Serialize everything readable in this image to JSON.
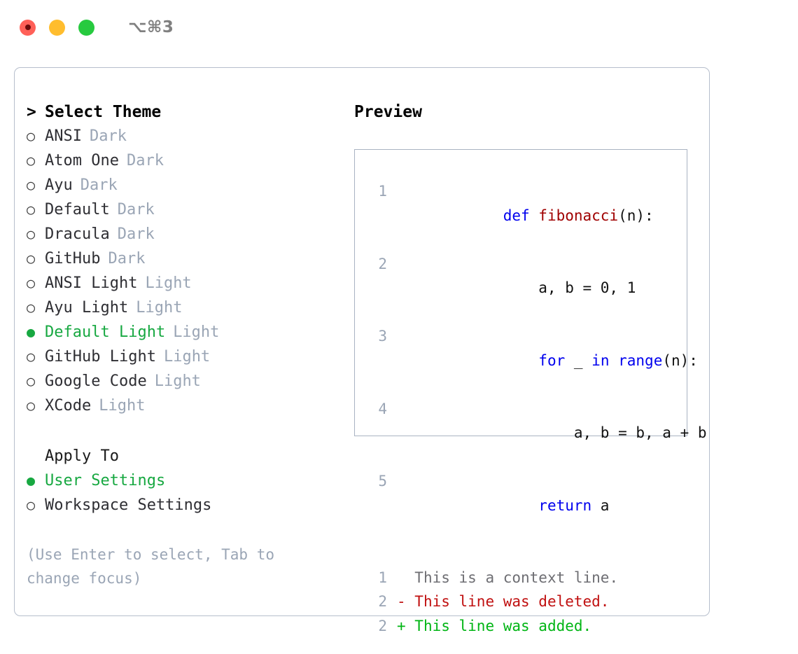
{
  "titlebar": {
    "shortcut": "⌥⌘3",
    "lights": [
      {
        "name": "close",
        "color": "#FF6058"
      },
      {
        "name": "minimize",
        "color": "#FFBD2E"
      },
      {
        "name": "maximize",
        "color": "#27CA3F"
      }
    ]
  },
  "theme_panel": {
    "heading": "Select Theme",
    "prompt_marker": ">",
    "selected_bullet": "●",
    "unselected_bullet": "○",
    "accent_color": "#17A841",
    "tag_color": "#9AA5B5",
    "items": [
      {
        "label": "ANSI",
        "tag": "Dark",
        "selected": false
      },
      {
        "label": "Atom One",
        "tag": "Dark",
        "selected": false
      },
      {
        "label": "Ayu",
        "tag": "Dark",
        "selected": false
      },
      {
        "label": "Default",
        "tag": "Dark",
        "selected": false
      },
      {
        "label": "Dracula",
        "tag": "Dark",
        "selected": false
      },
      {
        "label": "GitHub",
        "tag": "Dark",
        "selected": false
      },
      {
        "label": "ANSI Light",
        "tag": "Light",
        "selected": false
      },
      {
        "label": "Ayu Light",
        "tag": "Light",
        "selected": false
      },
      {
        "label": "Default Light",
        "tag": "Light",
        "selected": true
      },
      {
        "label": "GitHub Light",
        "tag": "Light",
        "selected": false
      },
      {
        "label": "Google Code",
        "tag": "Light",
        "selected": false
      },
      {
        "label": "XCode",
        "tag": "Light",
        "selected": false
      }
    ]
  },
  "apply_to": {
    "heading": "Apply To",
    "options": [
      {
        "label": "User Settings",
        "selected": true
      },
      {
        "label": "Workspace Settings",
        "selected": false
      }
    ]
  },
  "hint": "(Use Enter to select, Tab to change focus)",
  "preview": {
    "title": "Preview",
    "code_lines": [
      {
        "number": "1",
        "tokens": [
          {
            "text": "def ",
            "type": "kw"
          },
          {
            "text": "fibonacci",
            "type": "fn"
          },
          {
            "text": "(n):",
            "type": "pun"
          }
        ]
      },
      {
        "number": "2",
        "tokens": [
          {
            "text": "    a, b = 0, 1",
            "type": "pun"
          }
        ]
      },
      {
        "number": "3",
        "tokens": [
          {
            "text": "    ",
            "type": "pun"
          },
          {
            "text": "for",
            "type": "kw"
          },
          {
            "text": " _ ",
            "type": "pun"
          },
          {
            "text": "in",
            "type": "kw"
          },
          {
            "text": " ",
            "type": "pun"
          },
          {
            "text": "range",
            "type": "kw"
          },
          {
            "text": "(n):",
            "type": "pun"
          }
        ]
      },
      {
        "number": "4",
        "tokens": [
          {
            "text": "        a, b = b, a + b",
            "type": "pun"
          }
        ]
      },
      {
        "number": "5",
        "tokens": [
          {
            "text": "    ",
            "type": "pun"
          },
          {
            "text": "return",
            "type": "kw"
          },
          {
            "text": " a",
            "type": "pun"
          }
        ]
      }
    ],
    "diff_lines": [
      {
        "number": "1",
        "marker": "  ",
        "text": "This is a context line.",
        "type": "context"
      },
      {
        "number": "2",
        "marker": "- ",
        "text": "This line was deleted.",
        "type": "deleted"
      },
      {
        "number": "2",
        "marker": "+ ",
        "text": "This line was added.",
        "type": "added"
      }
    ],
    "diff_colors": {
      "context": "#6E6E73",
      "deleted": "#C01010",
      "added": "#00B514"
    }
  }
}
